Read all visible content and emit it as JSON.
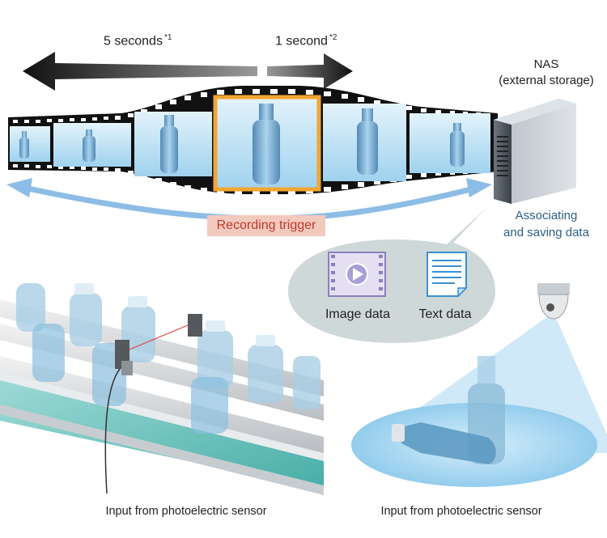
{
  "timeline": {
    "before_label": "5 seconds",
    "before_note": "*1",
    "after_label": "1 second",
    "after_note": "*2"
  },
  "storage": {
    "title": "NAS",
    "subtitle": "(external storage)",
    "action_line1": "Associating",
    "action_line2": "and saving data"
  },
  "trigger": {
    "label": "Recording trigger"
  },
  "data_types": {
    "image": "Image data",
    "text": "Text data"
  },
  "captions": {
    "left": "Input from photoelectric sensor",
    "right": "Input from photoelectric sensor"
  },
  "colors": {
    "film": "#111111",
    "frame_bg": "#bfe3f5",
    "highlight": "#f3a531",
    "bubble": "#cfd8d8",
    "trigger_bg": "#f2c9bd",
    "trigger_text": "#c0392b",
    "arrow_blue": "#8dbde6",
    "assoc_text": "#2a5f86"
  }
}
